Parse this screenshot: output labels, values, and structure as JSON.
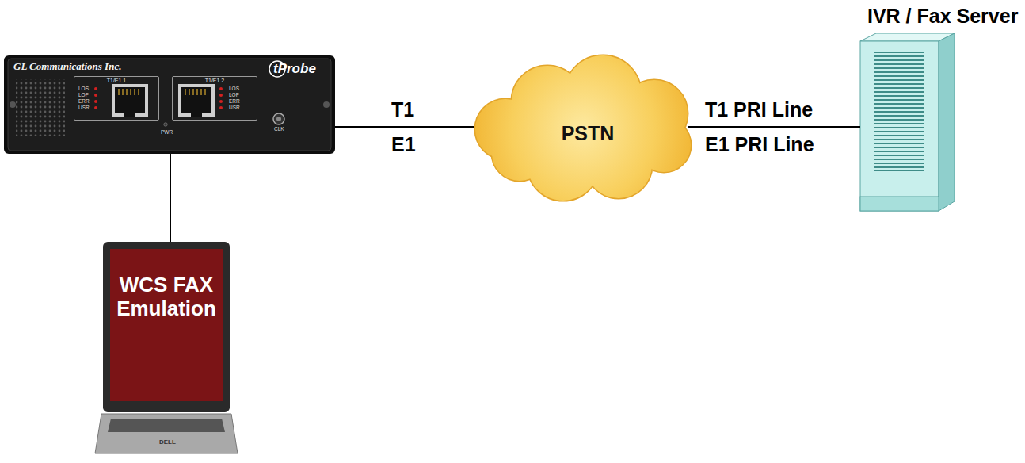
{
  "diagram": {
    "nodes": [
      {
        "text": [
          "GL Communications Inc.",
          "tProbe",
          "PWR",
          "CLK"
        ]
      },
      {
        "text": [
          "T1/E1 1",
          "LOS LOF ERR USR"
        ],
        "in": 0
      },
      {
        "text": [
          "T1/E1 2",
          "LOS LOF ERR USR"
        ],
        "in": 0
      },
      {
        "text": [
          "PSTN"
        ]
      },
      {
        "text": [
          "IVR / Fax Server"
        ]
      },
      {
        "text": [
          "WCS FAX Emulation"
        ]
      }
    ],
    "edges": [
      {
        "from": 0,
        "to": 3,
        "arrow": "none"
      },
      {
        "from": 3,
        "to": 4,
        "arrow": "none"
      },
      {
        "from": 0,
        "to": 5,
        "arrow": "none"
      }
    ],
    "labels": [
      "T1",
      "E1",
      "T1 PRI Line",
      "E1 PRI Line",
      "DELL"
    ]
  }
}
